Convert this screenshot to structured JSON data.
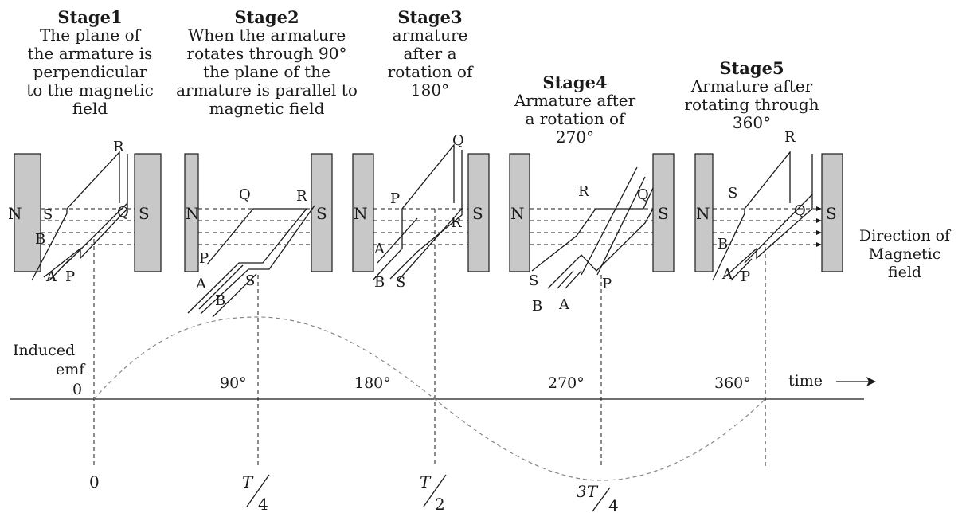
{
  "stages": [
    {
      "title": "Stage1",
      "desc": "The plane of\nthe armature is\nperpendicular\nto the magnetic\nfield"
    },
    {
      "title": "Stage2",
      "desc": "When the armature\nrotates through 90°\nthe plane of the\narmature is parallel to\nmagnetic field"
    },
    {
      "title": "Stage3",
      "desc": "armature\nafter a\nrotation of\n180°"
    },
    {
      "title": "Stage4",
      "desc": "Armature after\na rotation of\n270°"
    },
    {
      "title": "Stage5",
      "desc": "Armature after\nrotating through\n360°"
    }
  ],
  "magnets": {
    "north": "N",
    "south": "S"
  },
  "coil_labels": {
    "stage1": {
      "a": "A",
      "b": "B",
      "p": "P",
      "q": "Q",
      "r": "R",
      "s": "S"
    },
    "stage2": {
      "a": "A",
      "b": "B",
      "p": "P",
      "q": "Q",
      "r": "R",
      "s": "S"
    },
    "stage3": {
      "a": "A",
      "b": "B",
      "p": "P",
      "q": "Q",
      "r": "R",
      "s": "S"
    },
    "stage4": {
      "a": "A",
      "b": "B",
      "p": "P",
      "q": "Q",
      "r": "R",
      "s": "S"
    },
    "stage5": {
      "a": "A",
      "b": "B",
      "p": "P",
      "q": "Q",
      "r": "R",
      "s": "S"
    }
  },
  "field_direction_label": "Direction of\nMagnetic\nfield",
  "graph": {
    "y_label_line1": "Induced",
    "y_label_line2": "emf",
    "origin_label": "0",
    "angle_labels": [
      "90°",
      "180°",
      "270°",
      "360°"
    ],
    "time_label": "time",
    "time_ticks": [
      {
        "num": "0",
        "den": ""
      },
      {
        "num": "T",
        "den": "4"
      },
      {
        "num": "T",
        "den": "2"
      },
      {
        "num": "3T",
        "den": "4"
      }
    ]
  },
  "colors": {
    "magnet_fill": "#c8c8c8",
    "line": "#1a1a1a",
    "curve": "#888888"
  }
}
